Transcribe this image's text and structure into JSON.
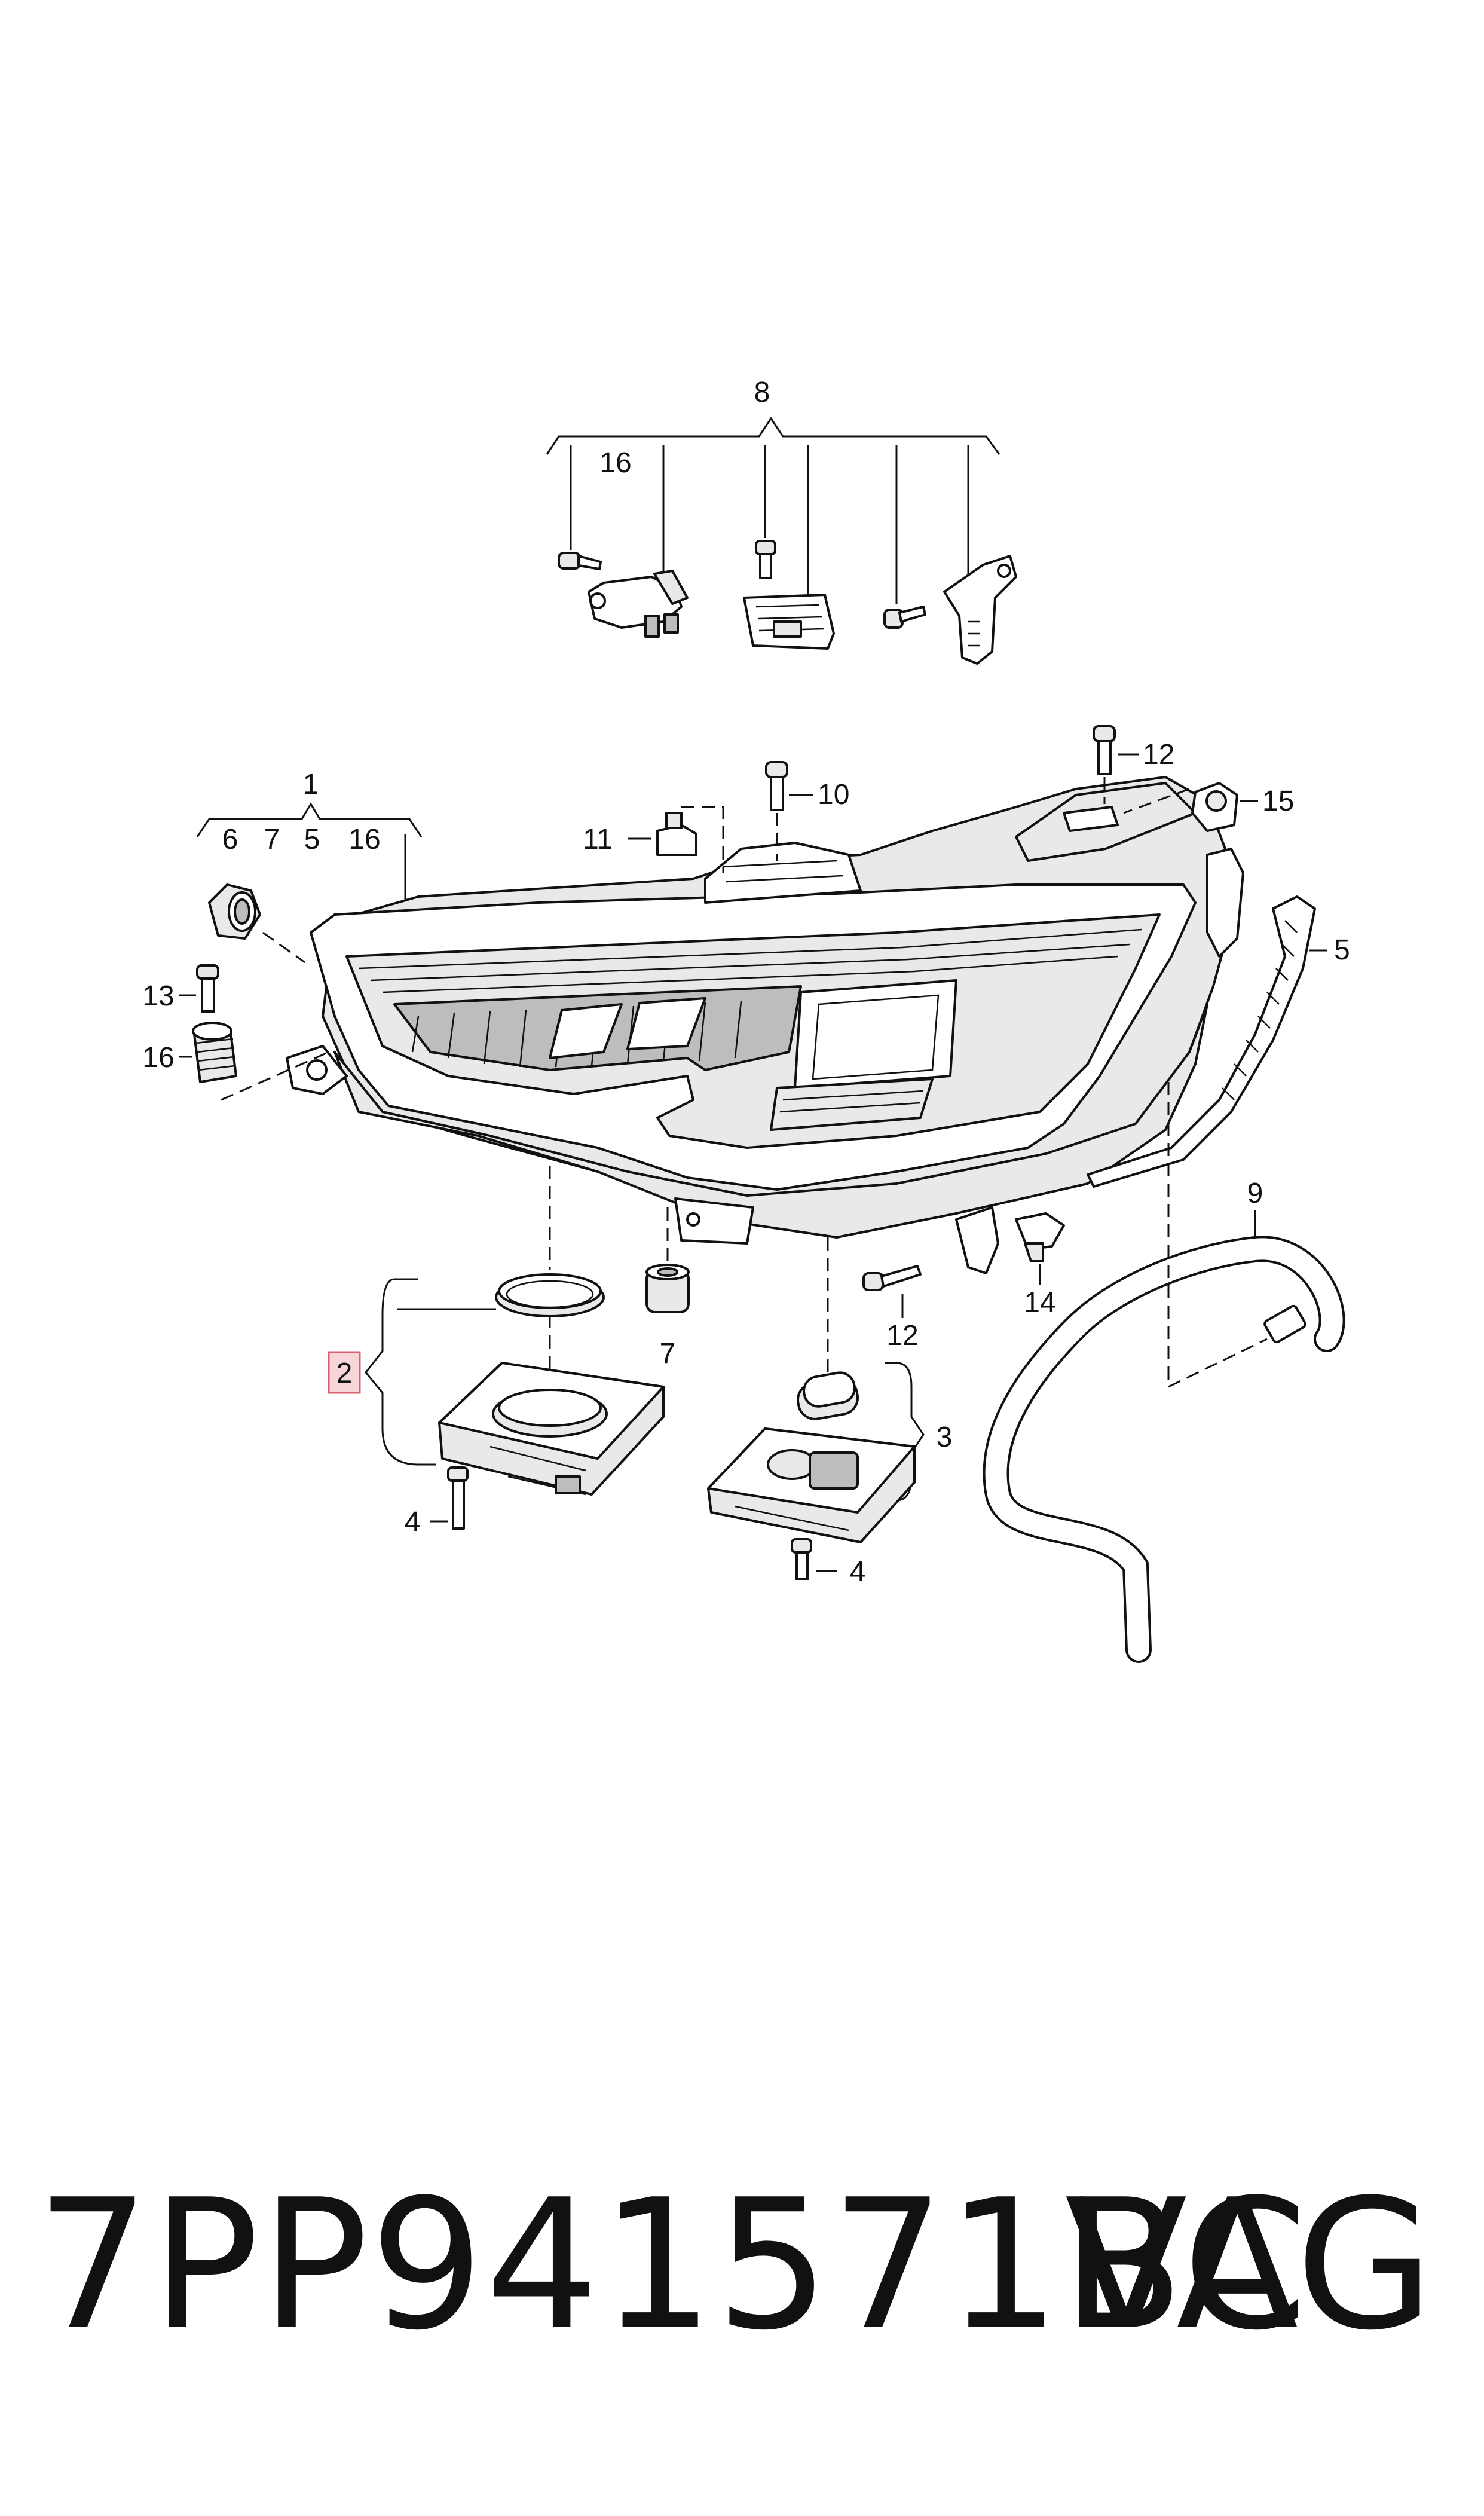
{
  "callouts": {
    "c8": "8",
    "c8_16": "16",
    "c1": "1",
    "c1_sub6": "6",
    "c1_sub7": "7",
    "c1_sub5": "5",
    "c1_sub16": "16",
    "c10": "10",
    "c11": "11",
    "c12_top": "12",
    "c15": "15",
    "c5": "5",
    "c13": "13",
    "c16": "16",
    "c9": "9",
    "c7": "7",
    "c12_bottom": "12",
    "c14": "14",
    "c2": "2",
    "c3": "3",
    "c4_left": "4",
    "c4_right": "4"
  },
  "caption": {
    "part_number": "7PP941571BC",
    "brand": "VAG"
  },
  "colors": {
    "line": "#111111",
    "highlight_box": "#f7d6da",
    "highlight_border": "#d9606e"
  }
}
